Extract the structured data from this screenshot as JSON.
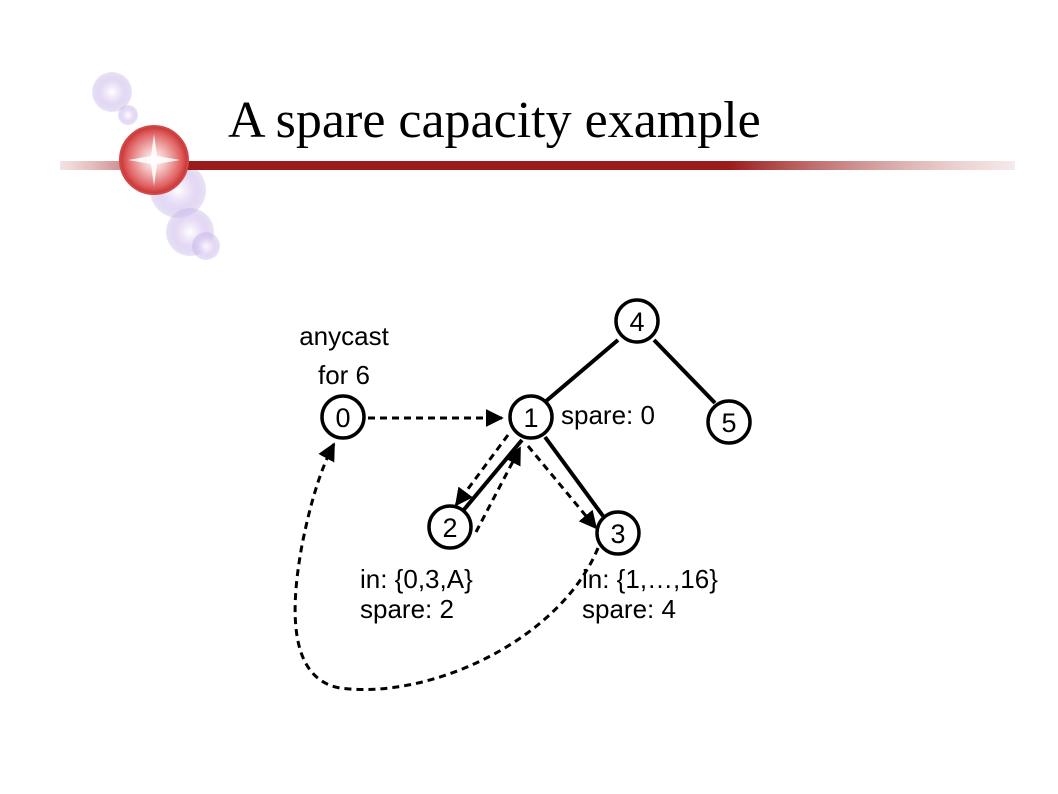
{
  "slide": {
    "title": "A spare capacity example",
    "accent_color": "#9b1b1b"
  },
  "diagram": {
    "nodes": [
      {
        "id": "0",
        "label": "0"
      },
      {
        "id": "1",
        "label": "1"
      },
      {
        "id": "2",
        "label": "2"
      },
      {
        "id": "3",
        "label": "3"
      },
      {
        "id": "4",
        "label": "4"
      },
      {
        "id": "5",
        "label": "5"
      }
    ],
    "tree_edges": [
      [
        "4",
        "1"
      ],
      [
        "4",
        "5"
      ],
      [
        "1",
        "2"
      ],
      [
        "1",
        "3"
      ]
    ],
    "message_edges": [
      [
        "0",
        "1"
      ],
      [
        "1",
        "2"
      ],
      [
        "2",
        "1"
      ],
      [
        "1",
        "3"
      ],
      [
        "3",
        "0"
      ]
    ],
    "labels": {
      "anycast_line1": "anycast",
      "anycast_line2": "for 6",
      "node1_spare": "spare: 0",
      "node2_in": "in: {0,3,A}",
      "node2_spare": "spare: 2",
      "node3_in": "in: {1,…,16}",
      "node3_spare": "spare: 4"
    }
  }
}
